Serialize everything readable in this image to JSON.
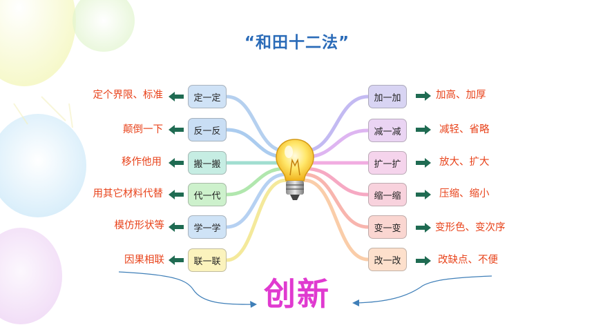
{
  "title": "“和田十二法”",
  "center": "创新",
  "left": [
    {
      "node": "定一定",
      "desc": "定个界限、标准",
      "color": "#cfe2f6"
    },
    {
      "node": "反一反",
      "desc": "颠倒一下",
      "color": "#c9def4"
    },
    {
      "node": "搬一搬",
      "desc": "移作他用",
      "color": "#c6ede3"
    },
    {
      "node": "代一代",
      "desc": "用其它材料代替",
      "color": "#cdf1cc"
    },
    {
      "node": "学一学",
      "desc": "模仿形状等",
      "color": "#cfe3f6"
    },
    {
      "node": "联一联",
      "desc": "因果相联",
      "color": "#fbf3bd"
    }
  ],
  "right": [
    {
      "node": "加一加",
      "desc": "加高、加厚",
      "color": "#d8d4f3"
    },
    {
      "node": "减一减",
      "desc": "减轻、省略",
      "color": "#ead4f3"
    },
    {
      "node": "扩一扩",
      "desc": "放大、扩大",
      "color": "#f5d4ec"
    },
    {
      "node": "缩一缩",
      "desc": "压缩、缩小",
      "color": "#f8d2dd"
    },
    {
      "node": "变一变",
      "desc": "变形色、变次序",
      "color": "#fad6d1"
    },
    {
      "node": "改一改",
      "desc": "改缺点、不便",
      "color": "#fde0cc"
    }
  ],
  "branch_colors": {
    "left": [
      "#a8c8ec",
      "#9cc3ec",
      "#8fd8c8",
      "#a3e3a0",
      "#a9c9f0",
      "#f2e58a"
    ],
    "right": [
      "#b8aef0",
      "#d8a8ef",
      "#ef9edc",
      "#f59ab8",
      "#f7a8a0",
      "#f9c49a"
    ]
  },
  "arrow_color": "#1f6b52",
  "curve_color": "#3f7fb8"
}
